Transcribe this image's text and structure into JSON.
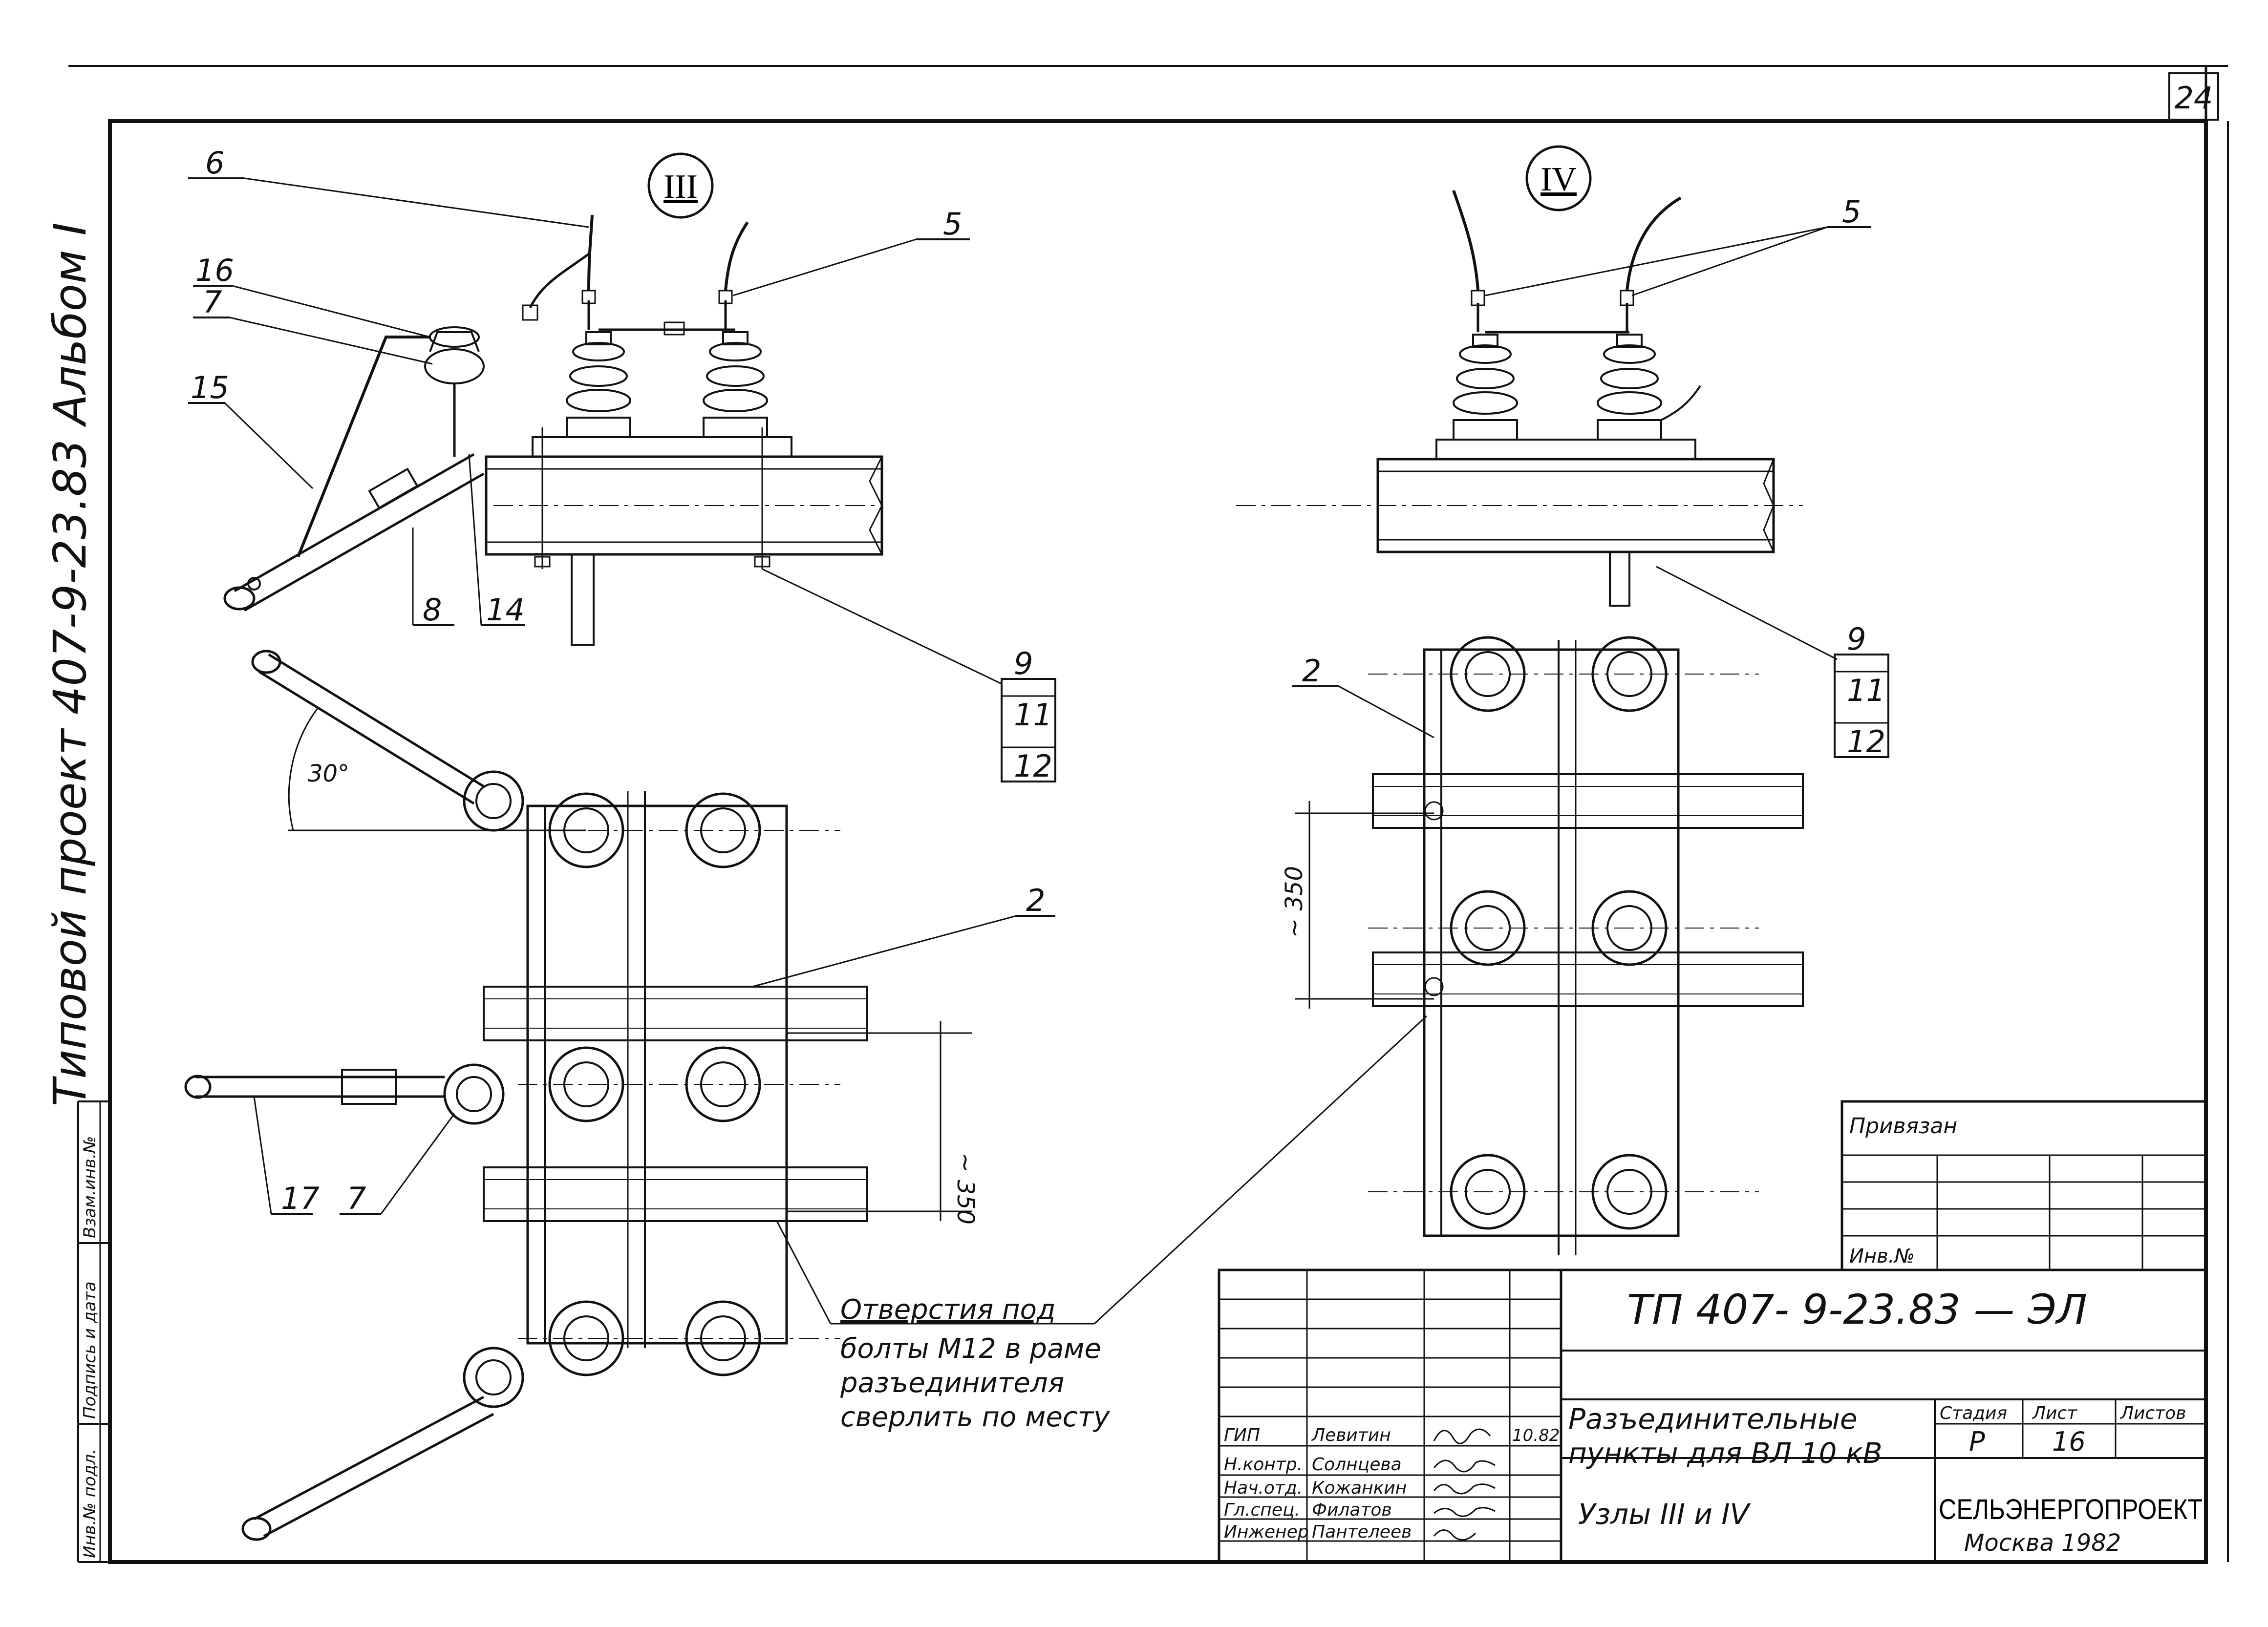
{
  "page_number": "24",
  "side_strip": {
    "main_title": "Типовой  проект  407-9-23.83 Альбом I",
    "cells": [
      "Взам.инв.№",
      "Подпись и дата",
      "Инв.№ подл."
    ]
  },
  "views": {
    "node3": {
      "label": "III"
    },
    "node4": {
      "label": "IV"
    }
  },
  "callouts": {
    "n6": "6",
    "n16": "16",
    "n7": "7",
    "n15": "15",
    "n5": "5",
    "n8": "8",
    "n14": "14",
    "n9": "9",
    "n11": "11",
    "n12": "12",
    "n2": "2",
    "n17": "17",
    "n7b": "7",
    "n5b": "5",
    "n2b": "2",
    "n9b": "9",
    "n11b": "11",
    "n12b": "12"
  },
  "dimensions": {
    "angle": "30°",
    "dist_left": "~ 350",
    "dist_right": "~ 350"
  },
  "note": {
    "line1": "Отверстия  под",
    "line2": "болты  М12  в  раме",
    "line3": "разъединителя",
    "line4": "сверлить   по  месту"
  },
  "title_block": {
    "privyazan": "Привязан",
    "inv": "Инв.№",
    "doc_code": "ТП 407- 9-23.83 — ЭЛ",
    "title_line1": "Разъединительные",
    "title_line2": "пункты для  ВЛ 10 кВ",
    "title_line3": "Узлы  III  и  IV",
    "headers": {
      "stage": "Стадия",
      "sheet": "Лист",
      "sheets": "Листов"
    },
    "values": {
      "stage": "Р",
      "sheet": "16",
      "sheets": ""
    },
    "org_line1": "СЕЛЬЭНЕРГОПРОЕКТ",
    "org_line2": "Москва  1982",
    "staff": [
      {
        "role": "ГИП",
        "name": "Левитин",
        "date": "10.82"
      },
      {
        "role": "Н.контр.",
        "name": "Солнцева",
        "date": ""
      },
      {
        "role": "Нач.отд.",
        "name": "Кожанкин",
        "date": ""
      },
      {
        "role": "Гл.спец.",
        "name": "Филатов",
        "date": ""
      },
      {
        "role": "Инженер",
        "name": "Пантелеев",
        "date": ""
      }
    ]
  }
}
